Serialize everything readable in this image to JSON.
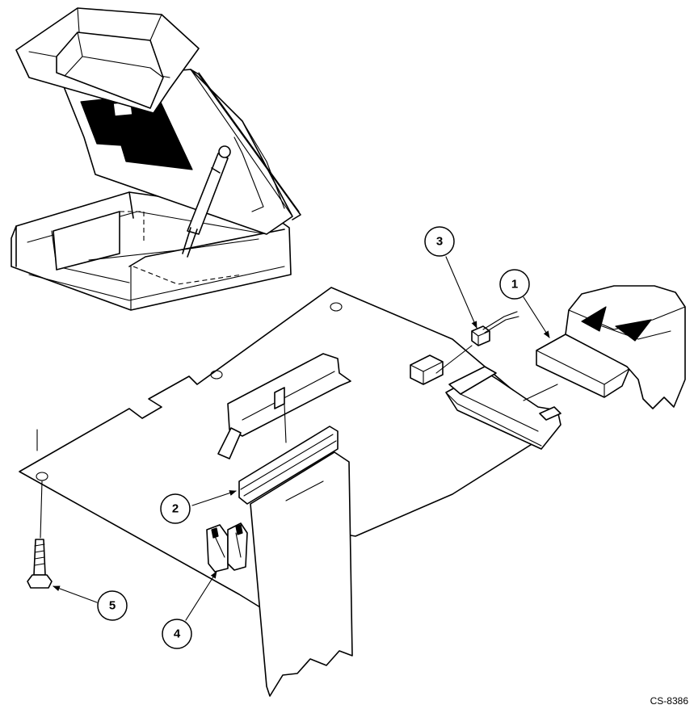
{
  "callouts": {
    "c1": "1",
    "c2": "2",
    "c3": "3",
    "c4": "4",
    "c5": "5"
  },
  "figure_id": "CS-8386"
}
